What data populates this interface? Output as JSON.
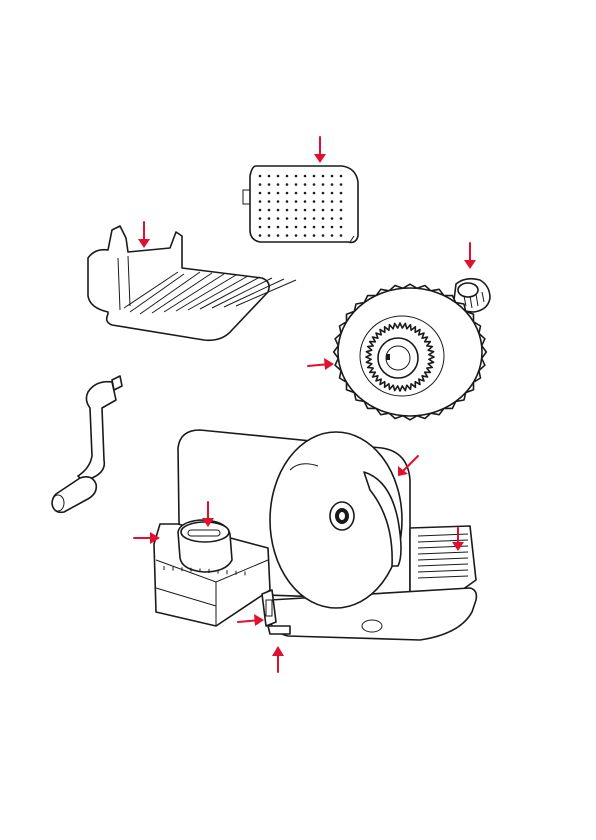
{
  "colors": {
    "line": "#1a1a1a",
    "arrow": "#e0102f",
    "background": "#ffffff"
  },
  "parts": [
    {
      "id": "food-pusher-plate",
      "icon": "perforated-plate"
    },
    {
      "id": "food-tray",
      "icon": "ribbed-tray"
    },
    {
      "id": "blade-nut",
      "icon": "knob"
    },
    {
      "id": "serrated-blade",
      "icon": "toothed-disc"
    },
    {
      "id": "crank-handle",
      "icon": "crank"
    },
    {
      "id": "slicer-base",
      "icon": "slicer-machine"
    }
  ],
  "arrows": [
    {
      "id": "arrow-pusher-plate"
    },
    {
      "id": "arrow-food-tray"
    },
    {
      "id": "arrow-blade-nut"
    },
    {
      "id": "arrow-blade"
    },
    {
      "id": "arrow-blade-guard"
    },
    {
      "id": "arrow-thickness-knob"
    },
    {
      "id": "arrow-side-lever"
    },
    {
      "id": "arrow-tray-end"
    },
    {
      "id": "arrow-switch"
    },
    {
      "id": "arrow-bottom-latch"
    }
  ]
}
